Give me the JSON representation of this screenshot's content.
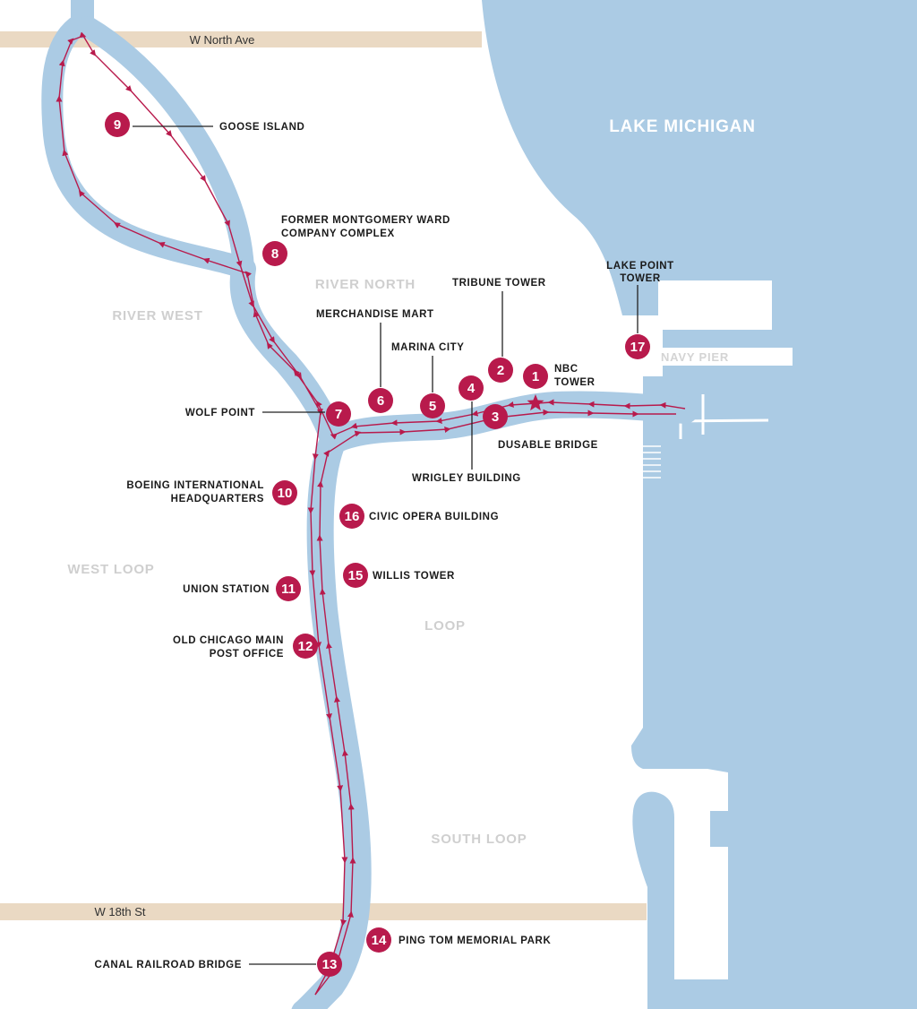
{
  "colors": {
    "water": "#abcbe4",
    "route": "#b81a4c",
    "road": "#ead9c3",
    "land": "#ffffff"
  },
  "roads": {
    "north_ave": "W North Ave",
    "eighteenth": "W 18th St"
  },
  "water_labels": {
    "lake": "LAKE MICHIGAN"
  },
  "neighborhoods": {
    "river_north": "RIVER NORTH",
    "river_west": "RIVER WEST",
    "west_loop": "WEST LOOP",
    "loop": "LOOP",
    "south_loop": "SOUTH LOOP",
    "navy_pier": "NAVY PIER"
  },
  "stops": [
    {
      "num": "1",
      "lines": [
        "NBC",
        "TOWER"
      ]
    },
    {
      "num": "2",
      "lines": [
        "TRIBUNE TOWER"
      ]
    },
    {
      "num": "3",
      "lines": [
        "DUSABLE BRIDGE"
      ]
    },
    {
      "num": "4",
      "lines": [
        "WRIGLEY BUILDING"
      ]
    },
    {
      "num": "5",
      "lines": [
        "MARINA CITY"
      ]
    },
    {
      "num": "6",
      "lines": [
        "MERCHANDISE MART"
      ]
    },
    {
      "num": "7",
      "lines": [
        "WOLF POINT"
      ]
    },
    {
      "num": "8",
      "lines": [
        "FORMER MONTGOMERY WARD",
        "COMPANY COMPLEX"
      ]
    },
    {
      "num": "9",
      "lines": [
        "GOOSE ISLAND"
      ]
    },
    {
      "num": "10",
      "lines": [
        "BOEING INTERNATIONAL",
        "HEADQUARTERS"
      ]
    },
    {
      "num": "11",
      "lines": [
        "UNION STATION"
      ]
    },
    {
      "num": "12",
      "lines": [
        "OLD CHICAGO MAIN",
        "POST OFFICE"
      ]
    },
    {
      "num": "13",
      "lines": [
        "CANAL RAILROAD BRIDGE"
      ]
    },
    {
      "num": "14",
      "lines": [
        "PING TOM MEMORIAL PARK"
      ]
    },
    {
      "num": "15",
      "lines": [
        "WILLIS TOWER"
      ]
    },
    {
      "num": "16",
      "lines": [
        "CIVIC OPERA BUILDING"
      ]
    },
    {
      "num": "17",
      "lines": [
        "LAKE POINT",
        "TOWER"
      ]
    }
  ]
}
